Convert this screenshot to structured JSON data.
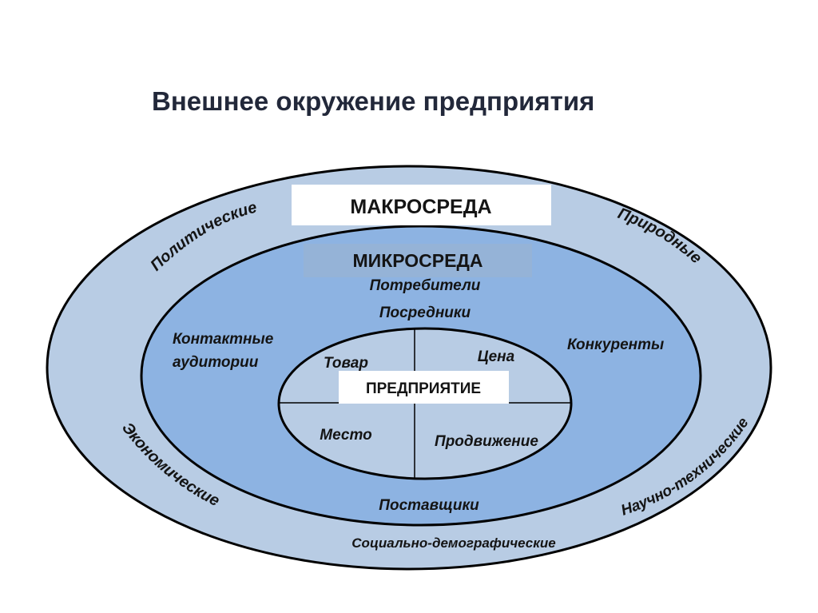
{
  "title": "Внешнее окружение предприятия",
  "macro": {
    "header": "МАКРОСРЕДА",
    "factors": {
      "political": "Политические",
      "natural": "Природные",
      "economic": "Экономические",
      "scientific": "Научно-технические",
      "social": "Социально-демографические"
    }
  },
  "micro": {
    "header": "МИКРОСРЕДА",
    "actors": {
      "consumers": "Потребители",
      "intermediaries": "Посредники",
      "contact_line1": "Контактные",
      "contact_line2": "аудитории",
      "competitors": "Конкуренты",
      "suppliers": "Поставщики"
    }
  },
  "enterprise": {
    "header": "ПРЕДПРИЯТИЕ",
    "mix": {
      "product": "Товар",
      "price": "Цена",
      "place": "Место",
      "promotion": "Продвижение"
    }
  },
  "colors": {
    "outer_ring": "#b8cce4",
    "middle_ring": "#8db3e2",
    "inner_core": "#b8cce4",
    "outline": "#000000",
    "title": "#22283a",
    "micro_header_bg": "#95b3d7"
  }
}
